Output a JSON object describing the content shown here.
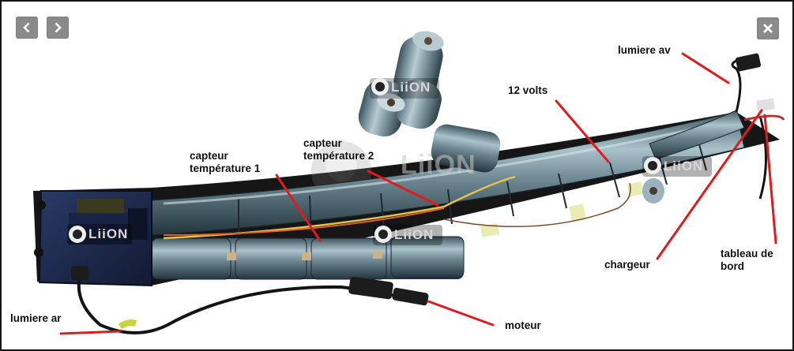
{
  "gallery": {
    "prev_icon": "chevron-left-icon",
    "next_icon": "chevron-right-icon",
    "close_icon": "close-icon",
    "button_color": "#8a8a8a"
  },
  "watermark": {
    "brand": "LiiON",
    "big_brand": "LiiON"
  },
  "labels": {
    "lumiere_av": "lumiere av",
    "douze_volts": "12 volts",
    "capteur_1": "capteur\ntempérature 1",
    "capteur_2": "capteur\ntempérature 2",
    "chargeur": "chargeur",
    "tableau_de_bord": "tableau de\nbord",
    "lumiere_ar": "lumiere ar",
    "moteur": "moteur"
  },
  "colors": {
    "pointer_line": "#e01b1b",
    "label_text": "#111111"
  }
}
